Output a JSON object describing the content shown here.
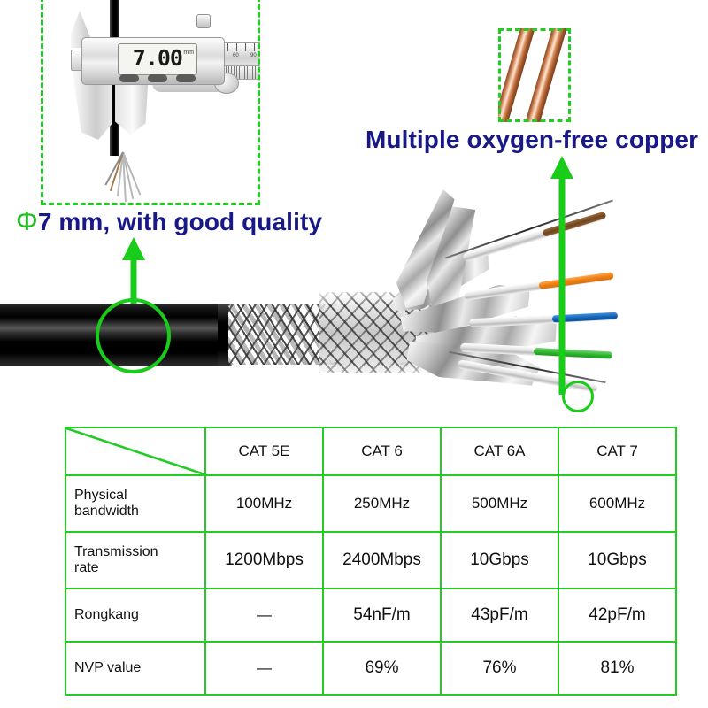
{
  "annotations": {
    "caliper_reading": "7.00",
    "caliper_unit": "mm",
    "diameter_symbol": "Φ",
    "left_caption": "7 mm, with good quality",
    "right_caption": "Multiple oxygen-free copper"
  },
  "colors": {
    "accent_green": "#22cc22",
    "caption_blue": "#181888"
  },
  "table": {
    "columns": [
      "",
      "CAT 5E",
      "CAT  6",
      "CAT  6A",
      "CAT  7"
    ],
    "rows": [
      {
        "label": "Physical bandwidth",
        "label_line1": "Physical",
        "label_line2": "bandwidth",
        "values": [
          "100MHz",
          "250MHz",
          "500MHz",
          "600MHz"
        ]
      },
      {
        "label": "Transmission rate",
        "label_line1": "Transmission",
        "label_line2": "rate",
        "values": [
          "1200Mbps",
          "2400Mbps",
          "10Gbps",
          "10Gbps"
        ]
      },
      {
        "label": "Rongkang",
        "label_line1": "Rongkang",
        "label_line2": "",
        "values": [
          "—",
          "54nF/m",
          "43pF/m",
          "42pF/m"
        ]
      },
      {
        "label": "NVP value",
        "label_line1": "NVP value",
        "label_line2": "",
        "values": [
          "—",
          "69%",
          "76%",
          "81%"
        ]
      }
    ]
  },
  "photo": {
    "description": "Cut-away CAT7 ethernet cable showing black jacket, braided shield, foil-wrapped twisted pairs",
    "pair_colors": [
      "brown",
      "orange",
      "blue",
      "green",
      "white"
    ]
  }
}
